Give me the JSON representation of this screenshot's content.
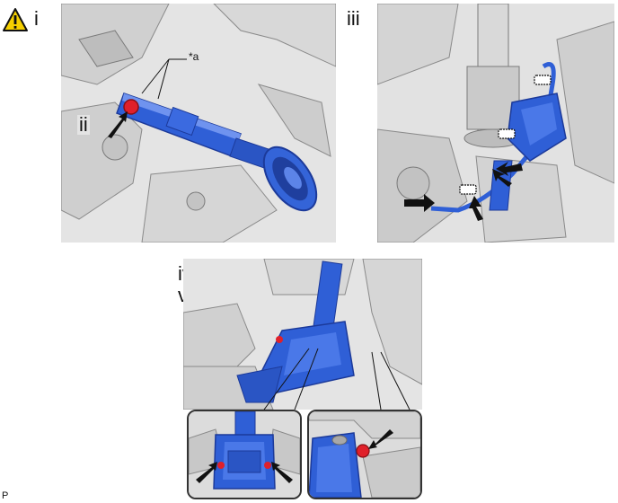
{
  "labels": {
    "step_i": "i",
    "step_ii": "ii",
    "step_iii": "iii",
    "step_iv_v_line1": "iv,",
    "step_iv_v_line2": "v",
    "callout_a": "*a",
    "figure_code": "P"
  },
  "icons": {
    "warning": "warning-triangle-icon"
  },
  "colors": {
    "part_blue": "#2f5fd6",
    "part_blue_dark": "#1c3a9a",
    "highlight_red": "#e0202a",
    "arrow_black": "#111111",
    "background_gray": "#e6e6e6"
  }
}
